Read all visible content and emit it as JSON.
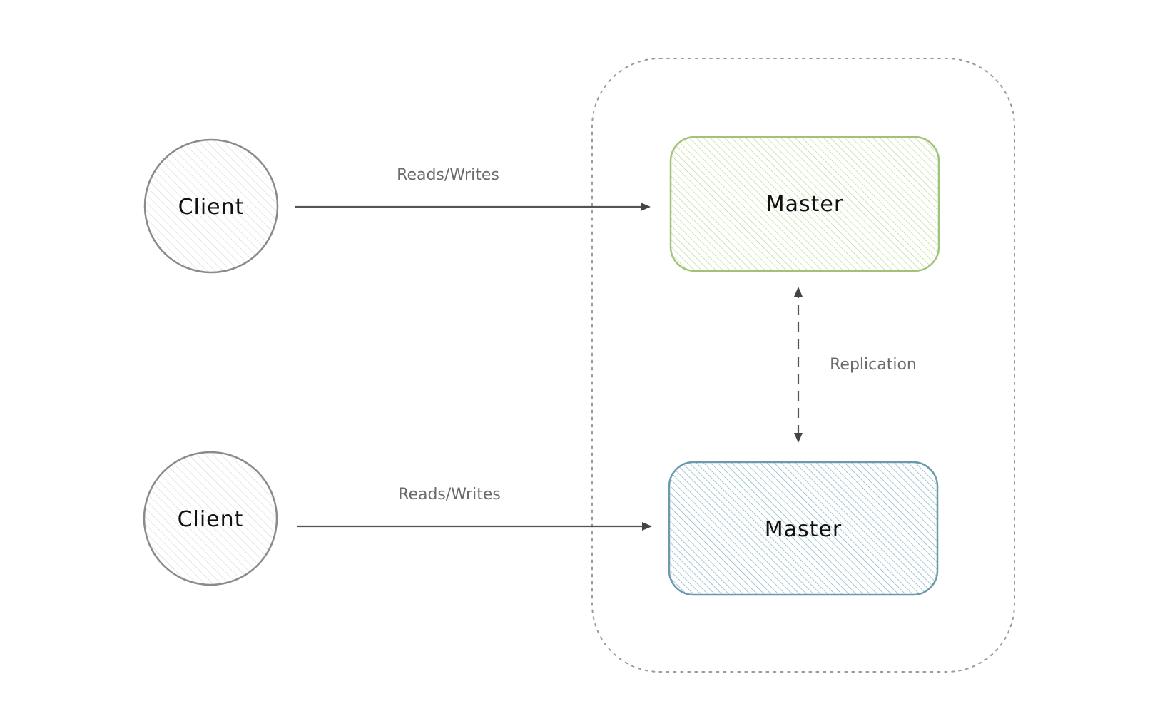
{
  "colors": {
    "background": "#ffffff",
    "client_stroke": "#8a8a8a",
    "client_hatch": "#d6d6d6",
    "master_top_stroke": "#a2c27a",
    "master_top_hatch": "#bcd98f",
    "master_bottom_stroke": "#6a9aab",
    "master_bottom_hatch": "#7eb3c2",
    "arrow": "#555555",
    "group_border": "#9a9a9a",
    "edge_label": "#6b6b6b"
  },
  "nodes": {
    "client_top": {
      "label": "Client"
    },
    "client_bottom": {
      "label": "Client"
    },
    "master_top": {
      "label": "Master"
    },
    "master_bottom": {
      "label": "Master"
    }
  },
  "edges": {
    "top_rw": {
      "label": "Reads/Writes"
    },
    "bottom_rw": {
      "label": "Reads/Writes"
    },
    "replication": {
      "label": "Replication"
    }
  }
}
